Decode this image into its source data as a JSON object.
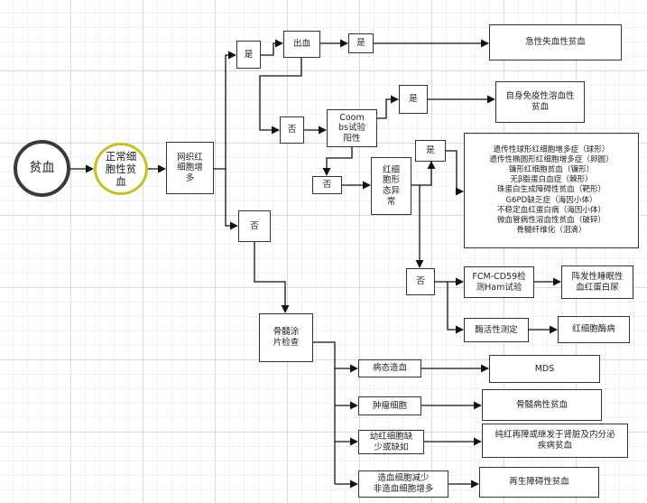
{
  "nodes": {
    "anemia": "贫血",
    "normocytic": "正常细\n胞性贫\n血",
    "reticulocyte_increase": "网织红\n细胞增\n多",
    "yes_1": "是",
    "bleeding": "出血",
    "yes_bleeding": "是",
    "acute_blood_loss": "急性失血性贫血",
    "no_bleeding": "否",
    "coombs": "Coom\nbs试验\n阳性",
    "yes_coombs": "是",
    "autoimmune": "自身免疫性溶血性\n贫血",
    "no_coombs": "否",
    "rbc_shape": "红细\n胞形\n态异\n常",
    "yes_shape": "是",
    "shape_diseases": [
      "遗传性球形红细胞增多症（球形）",
      "遗传性椭圆形红细胞增多症（卵圆）",
      "镰形红细胞贫血（镰形）",
      "无β脂蛋白血症（棘形）",
      "珠蛋白生成障碍性贫血（靶形）",
      "G6PD缺乏症（海因小体）",
      "不稳定血红蛋白病（海因小体）",
      "微血管病性溶血性贫血（破碎）",
      "骨髓纤维化（泪滴）"
    ],
    "no_shape": "否",
    "fcm_test": "FCM-CD59检\n测Ham试验",
    "pnh": "阵发性睡眠性\n血红蛋白尿",
    "enzyme_test": "酶活性测定",
    "enzymopathy": "红细胞酶病",
    "no_reticulocyte": "否",
    "bone_marrow": "骨髓涂\n片检查",
    "dysplasia": "病态造血",
    "mds": "MDS",
    "tumor_cells": "肿瘤细胞",
    "marrow_anemia": "骨髓病性贫血",
    "erythroid_lack": "幼红细胞缺\n少或缺如",
    "pure_red_cell": "纯红再障或继发于肾脏及内分泌\n疾病贫血",
    "hematopoiesis_reduced": "造血细胞减少\n非造血细胞增多",
    "aplastic": "再生障碍性贫血"
  }
}
